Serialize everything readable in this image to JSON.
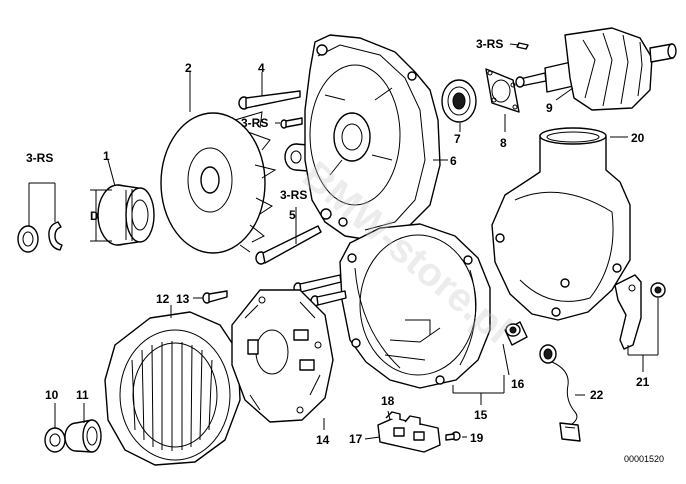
{
  "diagram": {
    "watermark": "BMW-store.pl",
    "drawing_code": "00001520",
    "labels": {
      "l1": "1",
      "l2": "2",
      "l3rs_a": "3-RS",
      "l3rs_b": "3-RS",
      "l3rs_c": "3-RS",
      "l3rs_d": "3-RS",
      "l4": "4",
      "l5": "5",
      "l6": "6",
      "l7": "7",
      "l8": "8",
      "l9": "9",
      "l10": "10",
      "l11": "11",
      "l12": "12",
      "l13": "13",
      "l14": "14",
      "l15": "15",
      "l16": "16",
      "l17": "17",
      "l18": "18",
      "l19": "19",
      "l20": "20",
      "l21": "21",
      "l22": "22",
      "dim_d": "D"
    }
  }
}
